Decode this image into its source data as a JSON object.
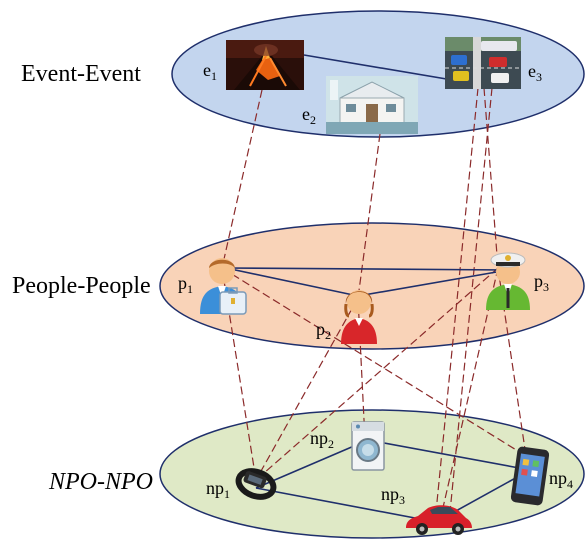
{
  "layers": [
    {
      "label": "Event-Event",
      "italic": false
    },
    {
      "label": "People-People",
      "italic": false
    },
    {
      "label": "NPO-NPO",
      "italic": true
    }
  ],
  "nodes": {
    "e1": {
      "prefix": "e",
      "sub": "1",
      "icon": "volcano-icon"
    },
    "e2": {
      "prefix": "e",
      "sub": "2",
      "icon": "house-flood-icon"
    },
    "e3": {
      "prefix": "e",
      "sub": "3",
      "icon": "traffic-jam-icon"
    },
    "p1": {
      "prefix": "p",
      "sub": "1",
      "icon": "businessman-icon"
    },
    "p2": {
      "prefix": "p",
      "sub": "2",
      "icon": "woman-icon"
    },
    "p3": {
      "prefix": "p",
      "sub": "3",
      "icon": "police-officer-icon"
    },
    "np1": {
      "prefix": "np",
      "sub": "1",
      "icon": "smart-band-icon"
    },
    "np2": {
      "prefix": "np",
      "sub": "2",
      "icon": "washing-machine-icon"
    },
    "np3": {
      "prefix": "np",
      "sub": "3",
      "icon": "car-icon"
    },
    "np4": {
      "prefix": "np",
      "sub": "4",
      "icon": "smartphone-icon"
    }
  },
  "intra_edges": [
    [
      "e1",
      "e3"
    ],
    [
      "p1",
      "p3"
    ],
    [
      "p1",
      "p2"
    ],
    [
      "p2",
      "p3"
    ],
    [
      "np1",
      "np2"
    ],
    [
      "np2",
      "np4"
    ],
    [
      "np1",
      "np3"
    ],
    [
      "np3",
      "np4"
    ]
  ],
  "inter_edges": [
    [
      "e1",
      "p1"
    ],
    [
      "e2",
      "p2"
    ],
    [
      "e3",
      "p3"
    ],
    [
      "e3",
      "np3"
    ],
    [
      "e3",
      "np3"
    ],
    [
      "p1",
      "np1"
    ],
    [
      "p1",
      "np4"
    ],
    [
      "p2",
      "np2"
    ],
    [
      "p2",
      "np1"
    ],
    [
      "p3",
      "np1"
    ],
    [
      "p3",
      "np4"
    ],
    [
      "p3",
      "np3"
    ]
  ],
  "colors": {
    "event_layer": "#c3d5ee",
    "people_layer": "#f9d3b8",
    "npo_layer": "#dfe9c6",
    "layer_stroke": "#1f2f6b",
    "intra_edge": "#1f2f6b",
    "inter_edge": "#8b2a2a"
  }
}
